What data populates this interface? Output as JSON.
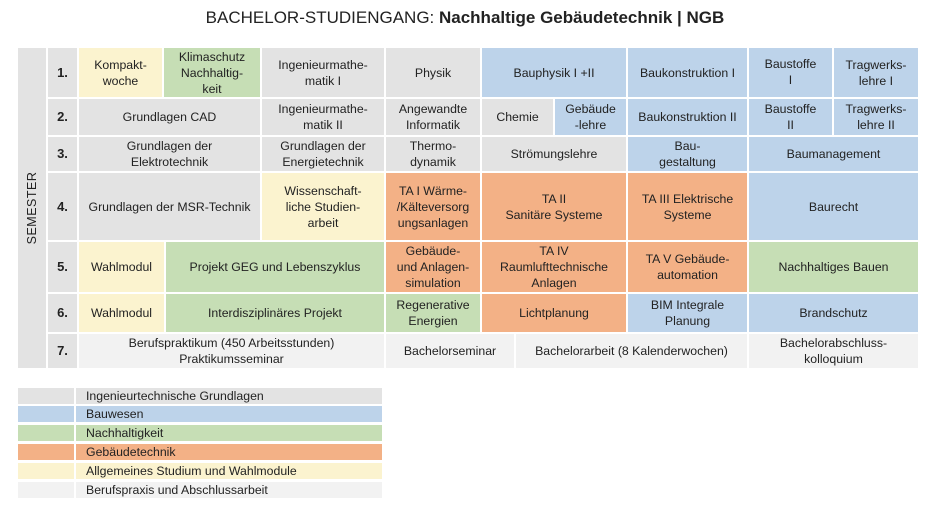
{
  "title": {
    "prefix": "BACHELOR-STUDIENGANG: ",
    "program": "Nachhaltige Gebäudetechnik | NGB"
  },
  "semester_label": "SEMESTER",
  "colors": {
    "ingenieurtechnische_grundlagen": "#e3e3e3",
    "bauwesen": "#bdd3ea",
    "nachhaltigkeit": "#c6deb5",
    "gebaeudetechnik": "#f3b186",
    "allgemeines_studium": "#fbf3cf",
    "berufspraxis": "#f2f2f2"
  },
  "semesters": [
    {
      "number": "1.",
      "modules": [
        {
          "name": "Kompakt-\nwoche",
          "category": "Allgemeines Studium und Wahlmodule"
        },
        {
          "name": "Klimaschutz\nNachhaltig-\nkeit",
          "category": "Nachhaltigkeit"
        },
        {
          "name": "Ingenieurmathe-\nmatik I",
          "category": "Ingenieurtechnische Grundlagen"
        },
        {
          "name": "Physik",
          "category": "Ingenieurtechnische Grundlagen"
        },
        {
          "name": "Bauphysik I +II",
          "category": "Bauwesen"
        },
        {
          "name": "Baukonstruktion I",
          "category": "Bauwesen"
        },
        {
          "name": "Baustoffe\nI",
          "category": "Bauwesen"
        },
        {
          "name": "Tragwerks-\nlehre I",
          "category": "Bauwesen"
        }
      ]
    },
    {
      "number": "2.",
      "modules": [
        {
          "name": "Grundlagen CAD",
          "category": "Ingenieurtechnische Grundlagen"
        },
        {
          "name": "Ingenieurmathe-\nmatik II",
          "category": "Ingenieurtechnische Grundlagen"
        },
        {
          "name": "Angewandte\nInformatik",
          "category": "Ingenieurtechnische Grundlagen"
        },
        {
          "name": "Chemie",
          "category": "Ingenieurtechnische Grundlagen"
        },
        {
          "name": "Gebäude\n-lehre",
          "category": "Bauwesen"
        },
        {
          "name": "Baukonstruktion II",
          "category": "Bauwesen"
        },
        {
          "name": "Baustoffe\nII",
          "category": "Bauwesen"
        },
        {
          "name": "Tragwerks-\nlehre II",
          "category": "Bauwesen"
        }
      ]
    },
    {
      "number": "3.",
      "modules": [
        {
          "name": "Grundlagen der\nElektrotechnik",
          "category": "Ingenieurtechnische Grundlagen"
        },
        {
          "name": "Grundlagen der\nEnergietechnik",
          "category": "Ingenieurtechnische Grundlagen"
        },
        {
          "name": "Thermo-\ndynamik",
          "category": "Ingenieurtechnische Grundlagen"
        },
        {
          "name": "Strömungslehre",
          "category": "Ingenieurtechnische Grundlagen"
        },
        {
          "name": "Bau-\ngestaltung",
          "category": "Bauwesen"
        },
        {
          "name": "Baumanagement",
          "category": "Bauwesen"
        }
      ]
    },
    {
      "number": "4.",
      "modules": [
        {
          "name": "Grundlagen der MSR-Technik",
          "category": "Ingenieurtechnische Grundlagen"
        },
        {
          "name": "Wissenschaft-\nliche Studien-\narbeit",
          "category": "Allgemeines Studium und Wahlmodule"
        },
        {
          "name": "TA I Wärme-\n/Kälteversorg\nungsanlagen",
          "category": "Gebäudetechnik"
        },
        {
          "name": "TA II\nSanitäre Systeme",
          "category": "Gebäudetechnik"
        },
        {
          "name": "TA III Elektrische\nSysteme",
          "category": "Gebäudetechnik"
        },
        {
          "name": "Baurecht",
          "category": "Bauwesen"
        }
      ]
    },
    {
      "number": "5.",
      "modules": [
        {
          "name": "Wahlmodul",
          "category": "Allgemeines Studium und Wahlmodule"
        },
        {
          "name": "Projekt GEG und Lebenszyklus",
          "category": "Nachhaltigkeit"
        },
        {
          "name": "Gebäude-\nund Anlagen-\nsimulation",
          "category": "Gebäudetechnik"
        },
        {
          "name": "TA IV\nRaumlufttechnische\nAnlagen",
          "category": "Gebäudetechnik"
        },
        {
          "name": "TA V Gebäude-\nautomation",
          "category": "Gebäudetechnik"
        },
        {
          "name": "Nachhaltiges Bauen",
          "category": "Nachhaltigkeit"
        }
      ]
    },
    {
      "number": "6.",
      "modules": [
        {
          "name": "Wahlmodul",
          "category": "Allgemeines Studium und Wahlmodule"
        },
        {
          "name": "Interdisziplinäres Projekt",
          "category": "Nachhaltigkeit"
        },
        {
          "name": "Regenerative\nEnergien",
          "category": "Nachhaltigkeit"
        },
        {
          "name": "Lichtplanung",
          "category": "Gebäudetechnik"
        },
        {
          "name": "BIM Integrale\nPlanung",
          "category": "Bauwesen"
        },
        {
          "name": "Brandschutz",
          "category": "Bauwesen"
        }
      ]
    },
    {
      "number": "7.",
      "modules": [
        {
          "name": "Berufspraktikum (450 Arbeitsstunden)\nPraktikumsseminar",
          "category": "Berufspraxis und Abschlussarbeit"
        },
        {
          "name": "Bachelorseminar",
          "category": "Berufspraxis und Abschlussarbeit"
        },
        {
          "name": "Bachelorarbeit (8 Kalenderwochen)",
          "category": "Berufspraxis und Abschlussarbeit"
        },
        {
          "name": "Bachelorabschluss-\nkolloquium",
          "category": "Berufspraxis und Abschlussarbeit"
        }
      ]
    }
  ],
  "legend": [
    {
      "label": "Ingenieurtechnische Grundlagen",
      "color": "#e3e3e3"
    },
    {
      "label": "Bauwesen",
      "color": "#bdd3ea"
    },
    {
      "label": "Nachhaltigkeit",
      "color": "#c6deb5"
    },
    {
      "label": "Gebäudetechnik",
      "color": "#f3b186"
    },
    {
      "label": "Allgemeines Studium und Wahlmodule",
      "color": "#fbf3cf"
    },
    {
      "label": "Berufspraxis und Abschlussarbeit",
      "color": "#f2f2f2"
    }
  ]
}
